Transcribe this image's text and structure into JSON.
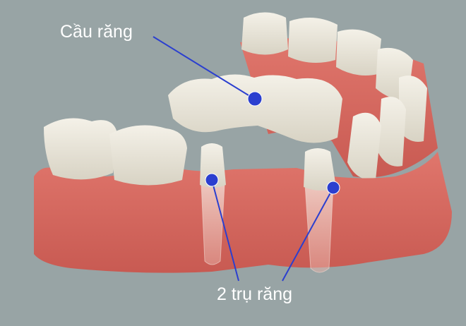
{
  "image": {
    "subject": "Dental bridge illustration",
    "background_color": "#98a4a5",
    "gum_color": "#d9675e",
    "tooth_color": "#eae6da",
    "pointer_color": "#2b3fcf"
  },
  "labels": {
    "bridge": "Cầu răng",
    "abutments": "2 trụ răng"
  }
}
